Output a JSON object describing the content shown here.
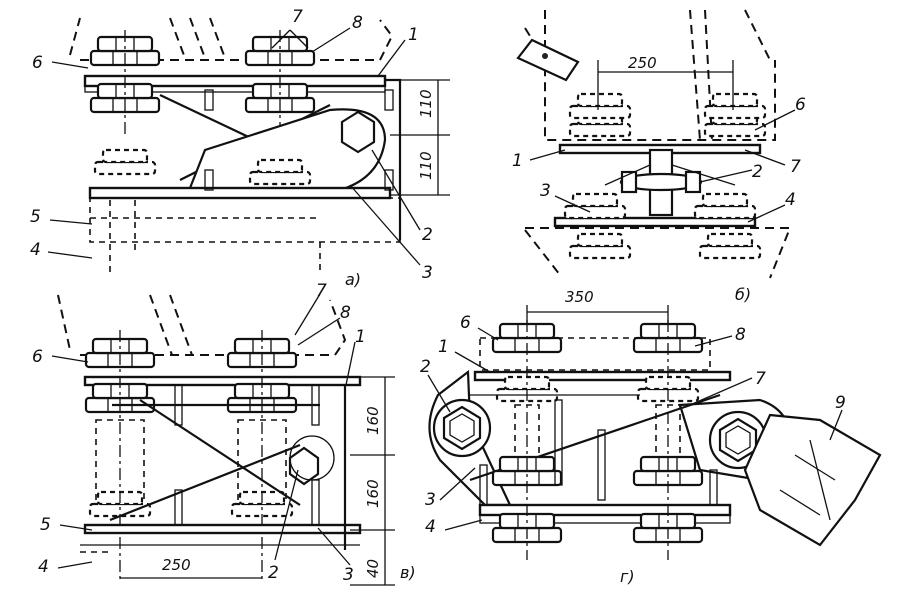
{
  "panels": {
    "a": {
      "caption": "а)",
      "labels": [
        "1",
        "2",
        "3",
        "4",
        "5",
        "6",
        "7",
        "8"
      ],
      "dims": [
        "110",
        "110"
      ]
    },
    "b": {
      "caption": "б)",
      "labels": [
        "1",
        "2",
        "3",
        "4",
        "6",
        "7"
      ],
      "dims": [
        "250"
      ]
    },
    "v": {
      "caption": "в)",
      "labels": [
        "1",
        "2",
        "3",
        "4",
        "5",
        "6",
        "7",
        "8"
      ],
      "dims": [
        "250",
        "160",
        "160",
        "40"
      ]
    },
    "g": {
      "caption": "г)",
      "labels": [
        "1",
        "2",
        "3",
        "4",
        "6",
        "7",
        "8",
        "9"
      ],
      "dims": [
        "350"
      ]
    }
  },
  "colors": {
    "ink": "#111111",
    "paper": "#ffffff"
  }
}
